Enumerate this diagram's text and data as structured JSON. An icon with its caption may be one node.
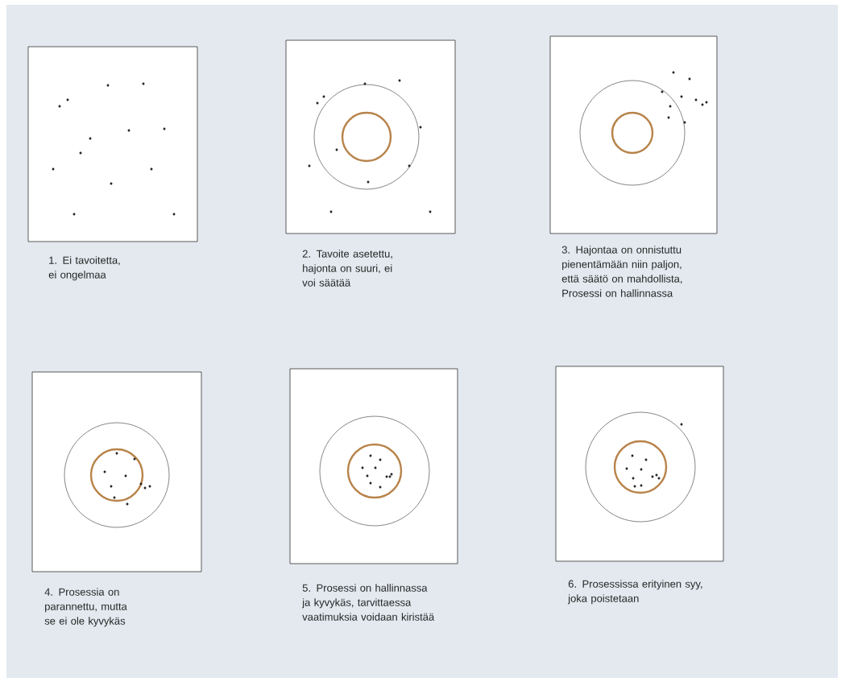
{
  "diagram": {
    "nodes": [
      {
        "text": [],
        "shape": "box",
        "beside": [
          "1. Ei tavoitetta, ei ongelmaa"
        ]
      },
      {
        "text": [],
        "shape": "box",
        "beside": [
          "2. Tavoite asetettu, hajonta on suuri, ei voi säätää"
        ]
      },
      {
        "text": [],
        "shape": "box",
        "beside": [
          "3. Hajontaa on onnistuttu pienentämään niin paljon, että säätö on mahdollista, Prosessi on hallinnassa"
        ]
      },
      {
        "text": [],
        "shape": "box",
        "beside": [
          "4. Prosessia on parannettu, mutta se ei ole kyvykäs"
        ]
      },
      {
        "text": [],
        "shape": "box",
        "beside": [
          "5. Prosessi on hallinnassa ja kyvykäs, tarvittaessa vaatimuksia voidaan kiristää"
        ]
      },
      {
        "text": [],
        "shape": "box",
        "beside": [
          "6. Prosessissa erityinen syy, joka poistetaan"
        ]
      }
    ]
  }
}
